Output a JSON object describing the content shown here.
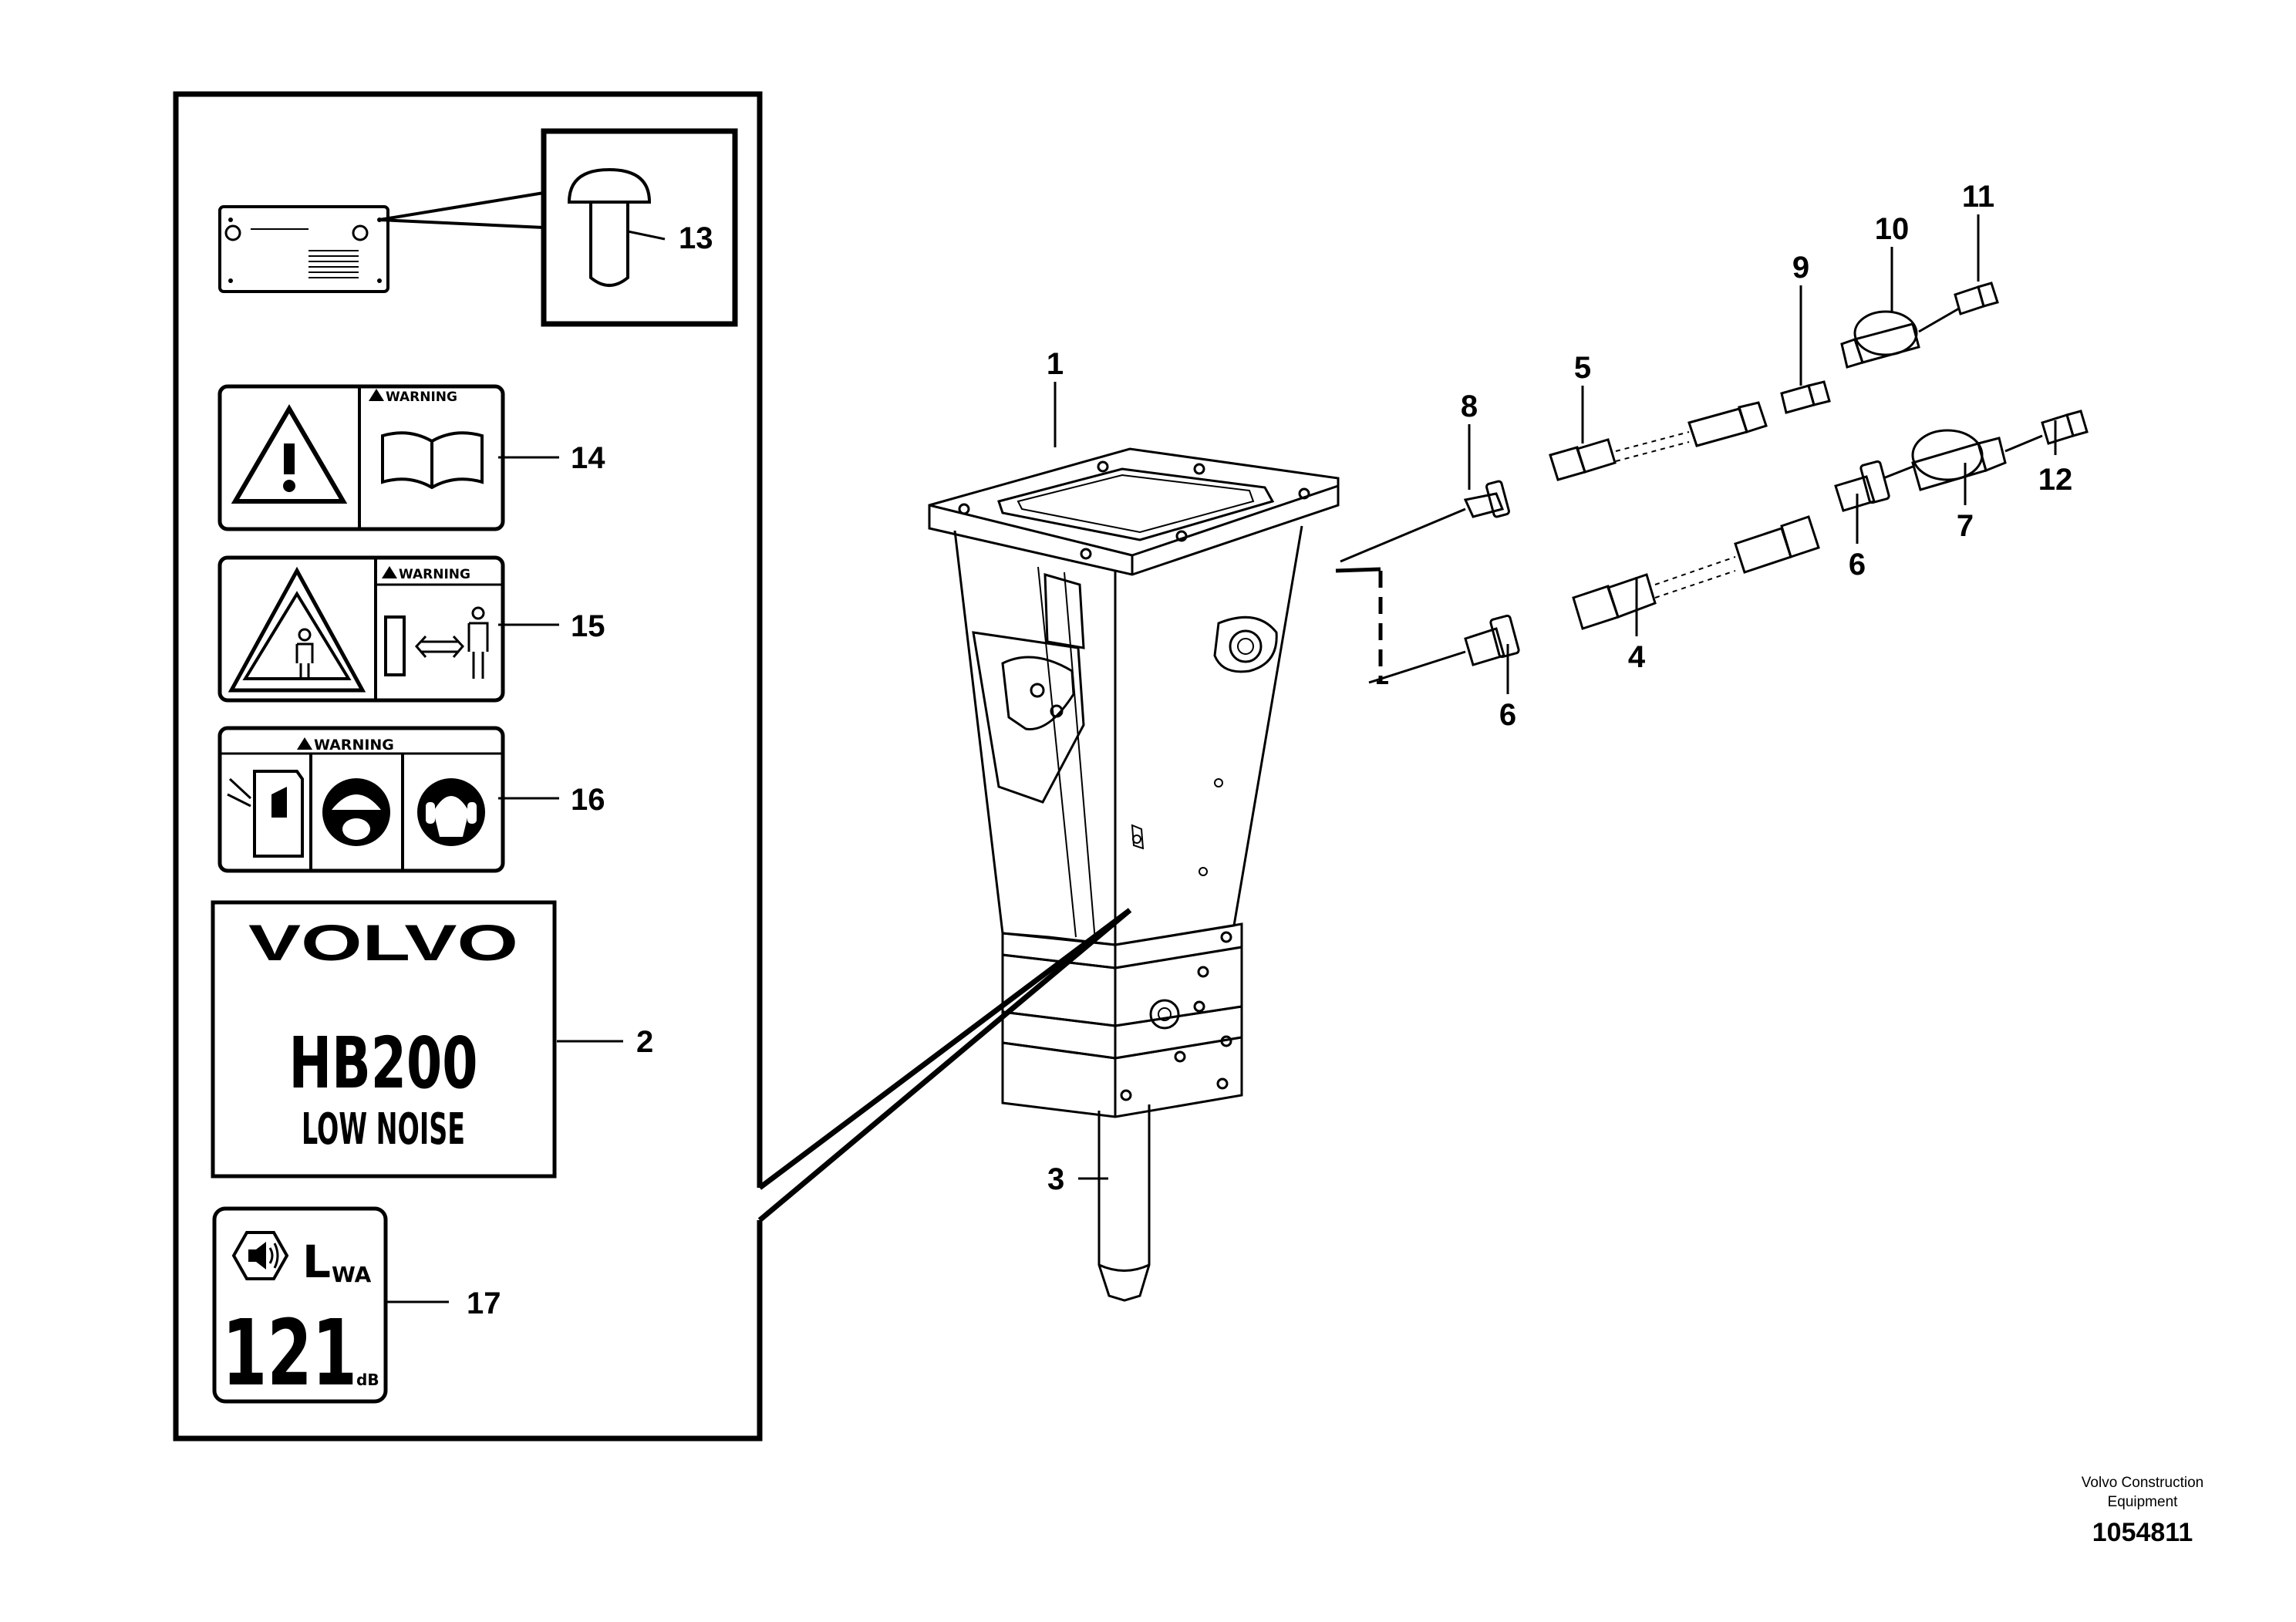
{
  "colors": {
    "ink": "#000000",
    "background": "#ffffff"
  },
  "part_numbers": [
    "1",
    "2",
    "3",
    "4",
    "5",
    "6",
    "6",
    "7",
    "8",
    "9",
    "10",
    "11",
    "12",
    "13",
    "14",
    "15",
    "16",
    "17"
  ],
  "decals": {
    "warning_text": "WARNING",
    "brand": "VOLVO",
    "model": "HB200",
    "model_sub": "LOW NOISE",
    "sound_symbol": "L",
    "sound_sub": "WA",
    "sound_value": "121",
    "sound_unit": "dB"
  },
  "footer": {
    "company_line1": "Volvo Construction",
    "company_line2": "Equipment",
    "drawing_number": "1054811"
  },
  "icons": [
    "warning-triangle-icon",
    "manual-book-icon",
    "person-icon",
    "keep-distance-arrow-icon",
    "cab-window-icon",
    "helmet-icon",
    "ear-protection-icon",
    "speaker-icon"
  ]
}
